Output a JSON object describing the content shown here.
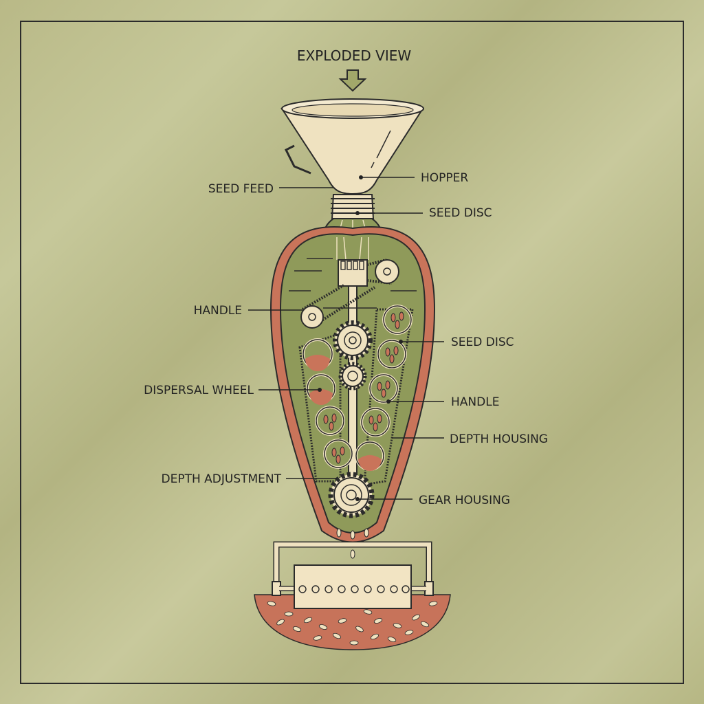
{
  "title": "EXPLODED VIEW",
  "labels": {
    "hopper": "HOPPER",
    "seed_feed": "SEED FEED",
    "seed_disc_top": "SEED DISC",
    "handle_left": "HANDLE",
    "seed_disc_right": "SEED DISC",
    "dispersal_wheel": "DISPERSAL WHEEL",
    "handle_right": "HANDLE",
    "depth_housing": "DEPTH HOUSING",
    "depth_adjustment": "DEPTH ADJUSTMENT",
    "gear_housing": "GEAR HOUSING"
  },
  "colors": {
    "background": "#b9ba88",
    "cream": "#efe2c0",
    "outline": "#2b2b2b",
    "body_fill": "#8f9a5a",
    "body_rim": "#c9745a",
    "soil": "#c7735a",
    "seed": "#b85a40"
  }
}
